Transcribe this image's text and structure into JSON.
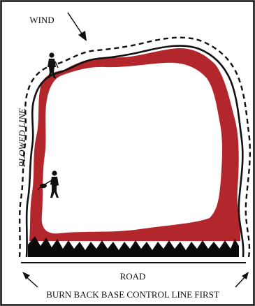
{
  "labels": {
    "wind": "WIND",
    "plowed_line": "PLOWED LINE",
    "road": "ROAD",
    "caption": "BURN BACK BASE CONTROL LINE FIRST"
  },
  "colors": {
    "frame": "#111111",
    "fire_band": "#b3262b",
    "burned_base": "#0a0a0a",
    "line": "#111111",
    "background": "#ffffff"
  },
  "icons": {
    "wind_arrow": "arrow-down-right-icon",
    "person_top": "firefighter-walking-icon",
    "person_middle": "firefighter-with-torch-icon",
    "road_arrow_left": "arrow-up-left-icon",
    "road_arrow_right": "arrow-up-right-icon"
  }
}
